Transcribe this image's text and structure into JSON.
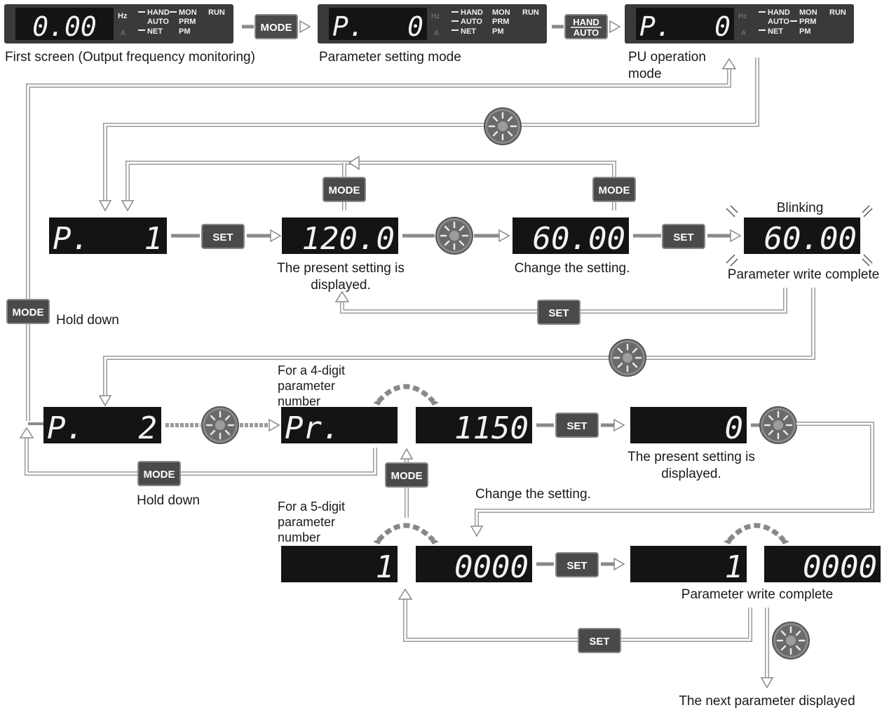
{
  "panel": {
    "indicators": {
      "hz": "Hz",
      "a": "A",
      "hand": "HAND",
      "auto": "AUTO",
      "net": "NET",
      "mon": "MON",
      "prm": "PRM",
      "pm": "PM",
      "run": "RUN"
    },
    "screen1": {
      "readout": "0.00",
      "caption": "First screen (Output frequency monitoring)"
    },
    "screen2": {
      "left": "P.",
      "right": "0",
      "caption": "Parameter setting mode"
    },
    "screen3": {
      "left": "P.",
      "right": "0",
      "caption_line1": "PU operation",
      "caption_line2": "mode"
    }
  },
  "buttons": {
    "mode": "MODE",
    "set": "SET",
    "hand": "HAND",
    "auto": "AUTO"
  },
  "row1": {
    "param_left": "P.",
    "param_right": "1",
    "present_value": "120.0",
    "present_caption_line1": "The present setting is",
    "present_caption_line2": "displayed.",
    "changed_value": "60.00",
    "change_caption": "Change the setting.",
    "blink_label": "Blinking",
    "written_value": "60.00",
    "complete_caption": "Parameter write complete"
  },
  "side": {
    "hold_down": "Hold down"
  },
  "row2": {
    "param_left": "P.",
    "param_right": "2",
    "four_digit_line1": "For a 4-digit",
    "four_digit_line2": "parameter",
    "four_digit_line3": "number",
    "pr_display": "Pr.",
    "pr_number": "1150",
    "present_value": "0",
    "present_caption_line1": "The present setting is",
    "present_caption_line2": "displayed.",
    "hold_down": "Hold down",
    "change_caption": "Change the setting."
  },
  "row3": {
    "five_digit_line1": "For a 5-digit",
    "five_digit_line2": "parameter",
    "five_digit_line3": "number",
    "upper_digit": "1",
    "lower_digits": "0000",
    "written_upper": "1",
    "written_lower": "0000",
    "complete_caption": "Parameter write complete",
    "next_caption": "The next parameter displayed"
  },
  "colors": {
    "display": "#141414",
    "panel": "#3a3a3a",
    "button": "#4a4a4a",
    "flow": "#9a9a9a",
    "text": "#1a1a1a"
  }
}
